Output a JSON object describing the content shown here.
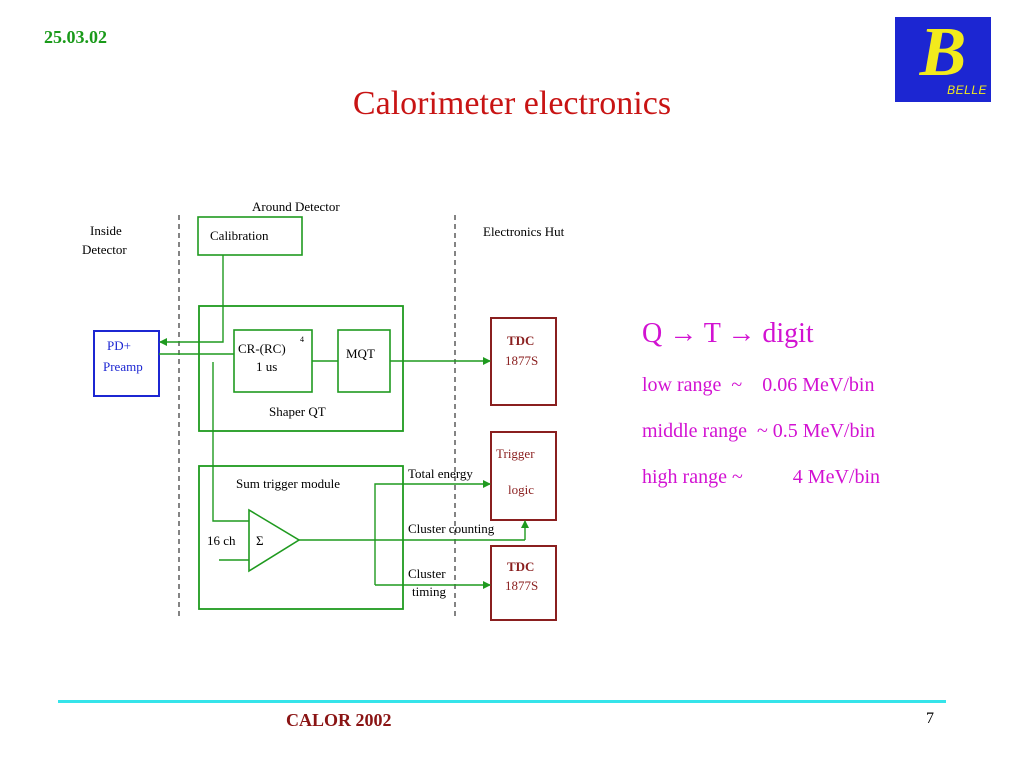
{
  "header": {
    "date": "25.03.02",
    "title": "Calorimeter electronics",
    "logo_text": "BELLE",
    "logo_letter": "B"
  },
  "diagram": {
    "region_inside": [
      "Inside",
      "Detector"
    ],
    "region_around": "Around Detector",
    "region_hut": "Electronics Hut",
    "calibration": "Calibration",
    "pd_preamp": [
      "PD+",
      "Preamp"
    ],
    "cr_rc": "CR-(RC)",
    "cr_rc_exp": "4",
    "cr_rc_time": "1 us",
    "mqt": "MQT",
    "shaper_qt": "Shaper QT",
    "tdc_top": [
      "TDC",
      "1877S"
    ],
    "trigger_logic": [
      "Trigger",
      "logic"
    ],
    "tdc_bottom": [
      "TDC",
      "1877S"
    ],
    "sum_trigger": "Sum trigger module",
    "channels": "16 ch",
    "sigma": "Σ",
    "total_energy": "Total energy",
    "cluster_counting": "Cluster counting",
    "cluster_timing": [
      "Cluster",
      "timing"
    ],
    "colors": {
      "green": "#1f9a1f",
      "blue": "#1c26d2",
      "maroon": "#8a1f1f"
    }
  },
  "side": {
    "heading": "Q → T → digit",
    "rows": [
      "low range  ~    0.06 MeV/bin",
      "middle range  ~ 0.5 MeV/bin",
      "high range ~          4 MeV/bin"
    ]
  },
  "footer": {
    "conference": "CALOR 2002",
    "page": "7"
  }
}
